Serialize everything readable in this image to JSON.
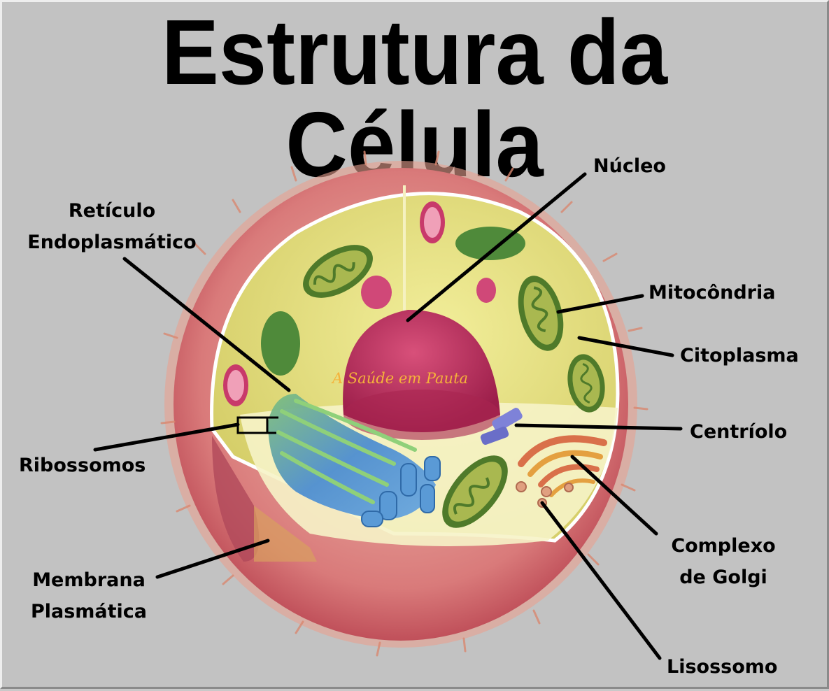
{
  "title": "Estrutura da Célula",
  "watermark": "A Saúde em Pauta",
  "labels": {
    "nucleo": "Núcleo",
    "reticulo_1": "Retículo",
    "reticulo_2": "Endoplasmático",
    "mitocondria": "Mitocôndria",
    "citoplasma": "Citoplasma",
    "centriolo": "Centríolo",
    "ribossomos": "Ribossomos",
    "golgi_1": "Complexo",
    "golgi_2": "de Golgi",
    "membrana_1": "Membrana",
    "membrana_2": "Plasmática",
    "lisossomo": "Lisossomo"
  },
  "colors": {
    "background": "#c2c2c2",
    "membrane": "#d4707a",
    "cytoplasm": "#ece58a",
    "nucleus": "#c83a6a",
    "mitochondria": "#8aa040",
    "reticulum": "#5a9ad6",
    "golgi": "#d9704a",
    "watermark": "#f5b23a"
  }
}
